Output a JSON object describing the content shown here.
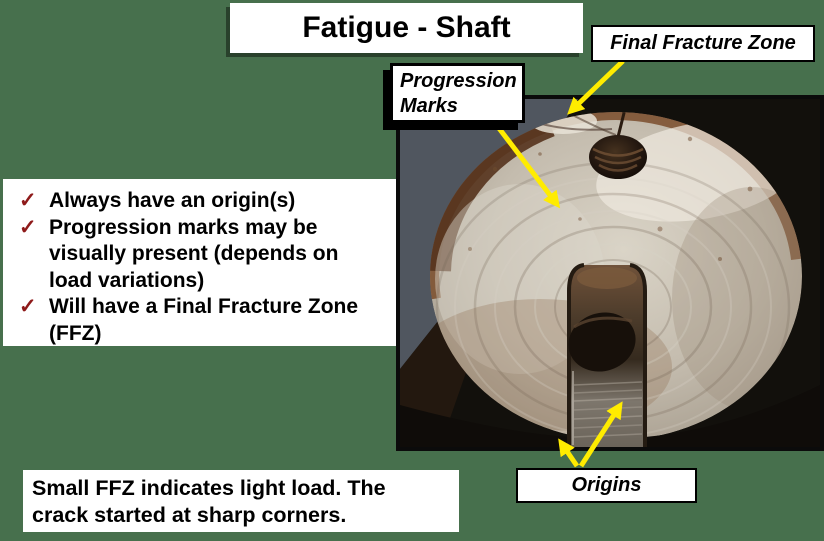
{
  "slide": {
    "title": "Fatigue - Shaft",
    "background_color": "#47704D"
  },
  "callouts": {
    "final_fracture_zone": {
      "label": "Final Fracture Zone"
    },
    "progression_marks": {
      "label": "Progression Marks"
    },
    "origins": {
      "label": "Origins"
    }
  },
  "bullet_list": {
    "marker": "✓",
    "marker_color": "#8E1A1A",
    "items": [
      {
        "lines": [
          "Always have an origin(s)"
        ]
      },
      {
        "lines": [
          "Progression marks may be",
          "visually present (depends on",
          "load variations)"
        ]
      },
      {
        "lines": [
          "Will have a Final Fracture Zone",
          "(FFZ)"
        ]
      }
    ]
  },
  "caption": {
    "lines": [
      "Small FFZ indicates light load. The",
      "crack started at sharp corners."
    ]
  },
  "photo": {
    "subject": "fractured shaft cross-section with keyway, threaded hole, progression marks and final fracture zone"
  },
  "colors": {
    "arrow_yellow": "#FFEC00",
    "box_border": "#000000",
    "box_fill": "#FFFFFF"
  }
}
